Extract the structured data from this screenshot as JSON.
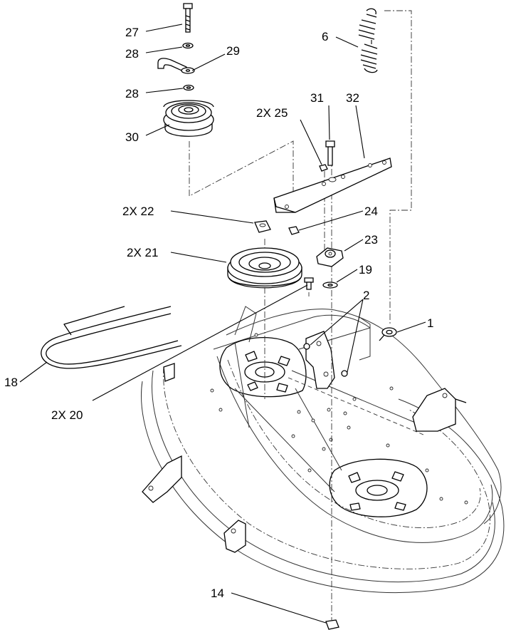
{
  "callouts": [
    {
      "id": "c27",
      "text": "27"
    },
    {
      "id": "c28a",
      "text": "28"
    },
    {
      "id": "c29",
      "text": "29"
    },
    {
      "id": "c28b",
      "text": "28"
    },
    {
      "id": "c30",
      "text": "30"
    },
    {
      "id": "c6",
      "text": "6"
    },
    {
      "id": "c31",
      "text": "31"
    },
    {
      "id": "c32",
      "text": "32"
    },
    {
      "id": "c25",
      "text": "2X 25"
    },
    {
      "id": "c22",
      "text": "2X 22"
    },
    {
      "id": "c24",
      "text": "24"
    },
    {
      "id": "c21",
      "text": "2X 21"
    },
    {
      "id": "c23",
      "text": "23"
    },
    {
      "id": "c19",
      "text": "19"
    },
    {
      "id": "c2",
      "text": "2"
    },
    {
      "id": "c1",
      "text": "1"
    },
    {
      "id": "c18",
      "text": "18"
    },
    {
      "id": "c20",
      "text": "2X 20"
    },
    {
      "id": "c14",
      "text": "14"
    }
  ]
}
